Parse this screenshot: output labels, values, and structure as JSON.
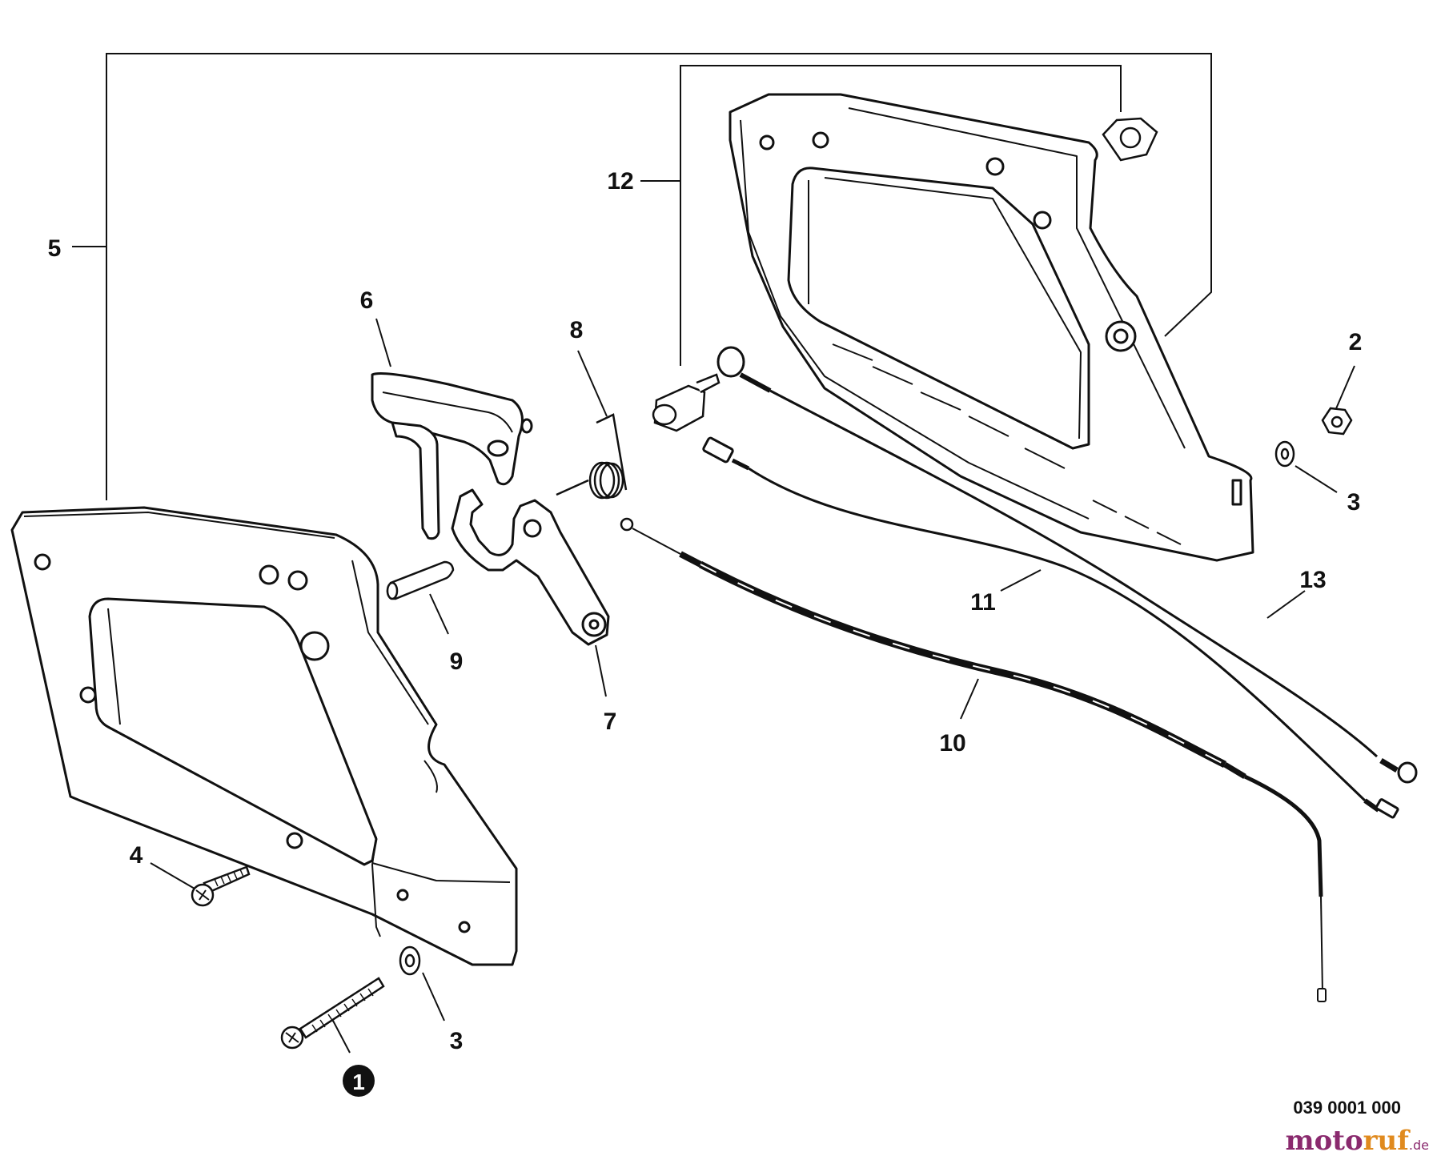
{
  "diagram": {
    "callouts": {
      "c1": "1",
      "c2": "2",
      "c3a": "3",
      "c3b": "3",
      "c4": "4",
      "c5": "5",
      "c6": "6",
      "c7": "7",
      "c8": "8",
      "c9": "9",
      "c10": "10",
      "c11": "11",
      "c12": "12",
      "c13": "13"
    },
    "drawing_number": "039 0001 000"
  },
  "watermark": {
    "part1": "moto",
    "part2": "ruf",
    "suffix": ".de"
  },
  "colors": {
    "line": "#111111",
    "watermark_primary": "#8a2a6e",
    "watermark_accent": "#e08a1e"
  }
}
